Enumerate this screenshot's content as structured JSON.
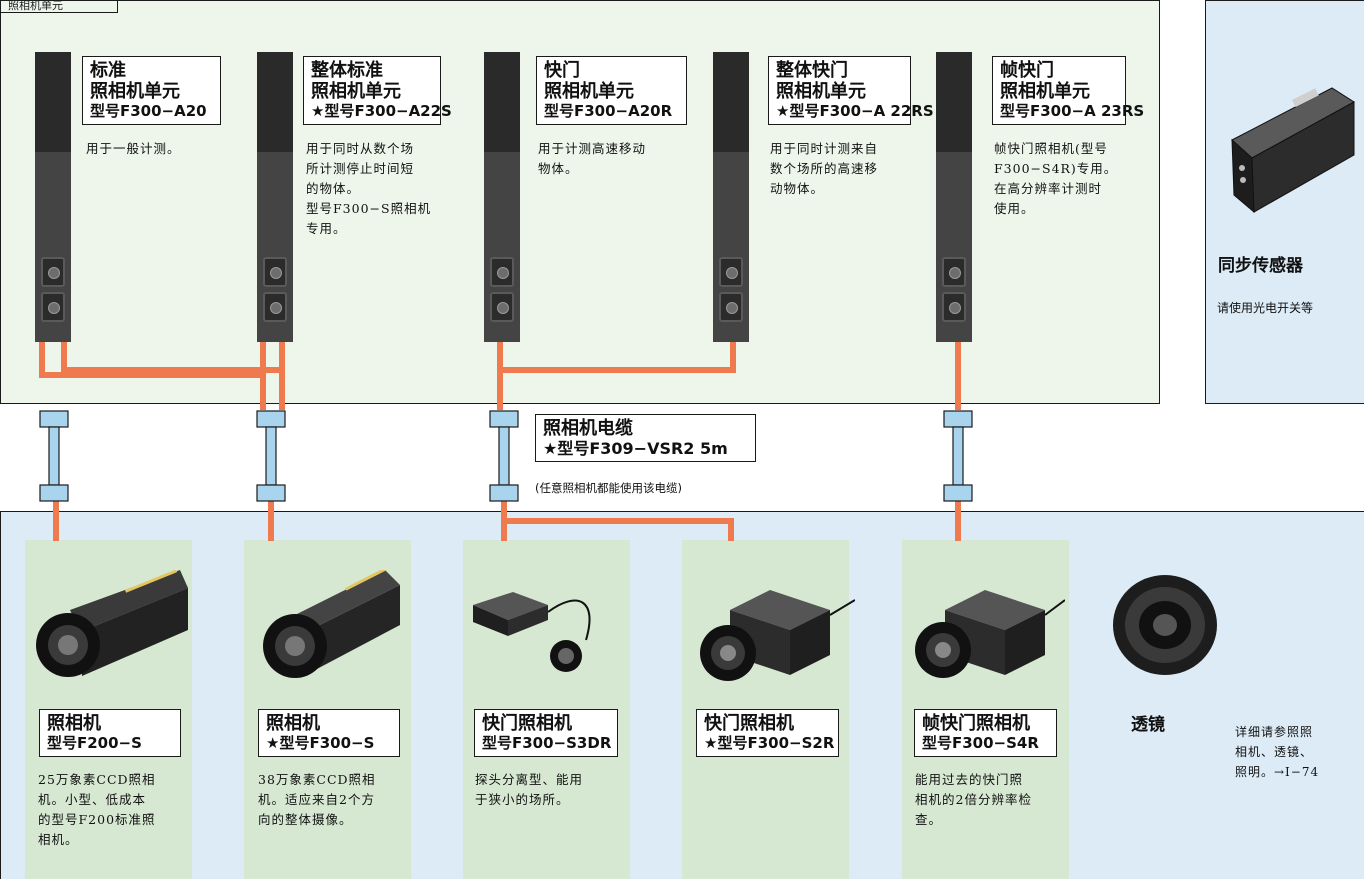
{
  "top_tab_text": "照相机单元",
  "units": [
    {
      "title": "标准",
      "subtitle": "照相机单元",
      "model": "型号F300−A20",
      "desc": [
        "用于一般计测。"
      ]
    },
    {
      "title": "整体标准",
      "subtitle": "照相机单元",
      "model": "★型号F300−A22S",
      "desc": [
        "用于同时从数个场",
        "所计测停止时间短",
        "的物体。",
        "型号F300−S照相机",
        "专用。"
      ]
    },
    {
      "title": "快门",
      "subtitle": "照相机单元",
      "model": "型号F300−A20R",
      "desc": [
        "用于计测高速移动",
        "物体。"
      ]
    },
    {
      "title": "整体快门",
      "subtitle": "照相机单元",
      "model": "★型号F300−A 22RS",
      "desc": [
        "用于同时计测来自",
        "数个场所的高速移",
        "动物体。"
      ]
    },
    {
      "title": "帧快门",
      "subtitle": "照相机单元",
      "model": "型号F300−A 23RS",
      "desc": [
        "帧快门照相机(型号",
        "F300−S4R)专用。",
        "在高分辨率计测时",
        "使用。"
      ]
    }
  ],
  "sensor": {
    "title": "同步传感器",
    "desc": "请使用光电开关等"
  },
  "cable": {
    "title": "照相机电缆",
    "model": "★型号F309−VSR2  5m",
    "note": "(任意照相机都能使用该电缆)"
  },
  "cameras": [
    {
      "title": "照相机",
      "model": "型号F200−S",
      "desc": [
        "25万象素CCD照相",
        "机。小型、低成本",
        "的型号F200标准照",
        "相机。"
      ]
    },
    {
      "title": "照相机",
      "model": "★型号F300−S",
      "desc": [
        "38万象素CCD照相",
        "机。适应来自2个方",
        "向的整体摄像。"
      ]
    },
    {
      "title": "快门照相机",
      "model": "型号F300−S3DR",
      "desc": [
        "探头分离型、能用",
        "于狭小的场所。"
      ]
    },
    {
      "title": "快门照相机",
      "model": "★型号F300−S2R",
      "desc": []
    },
    {
      "title": "帧快门照相机",
      "model": "型号F300−S4R",
      "desc": [
        "能用过去的快门照",
        "相机的2倍分辨率检",
        "查。"
      ]
    }
  ],
  "lens": {
    "title": "透镜",
    "desc": [
      "详细请参照照",
      "相机、透镜、",
      "照明。→I−74"
    ]
  },
  "colors": {
    "cable": "#ef7a4d",
    "connector": "#a9d4ee",
    "top_panel": "#eef6ec",
    "bottom_panel": "#dcebf5"
  }
}
